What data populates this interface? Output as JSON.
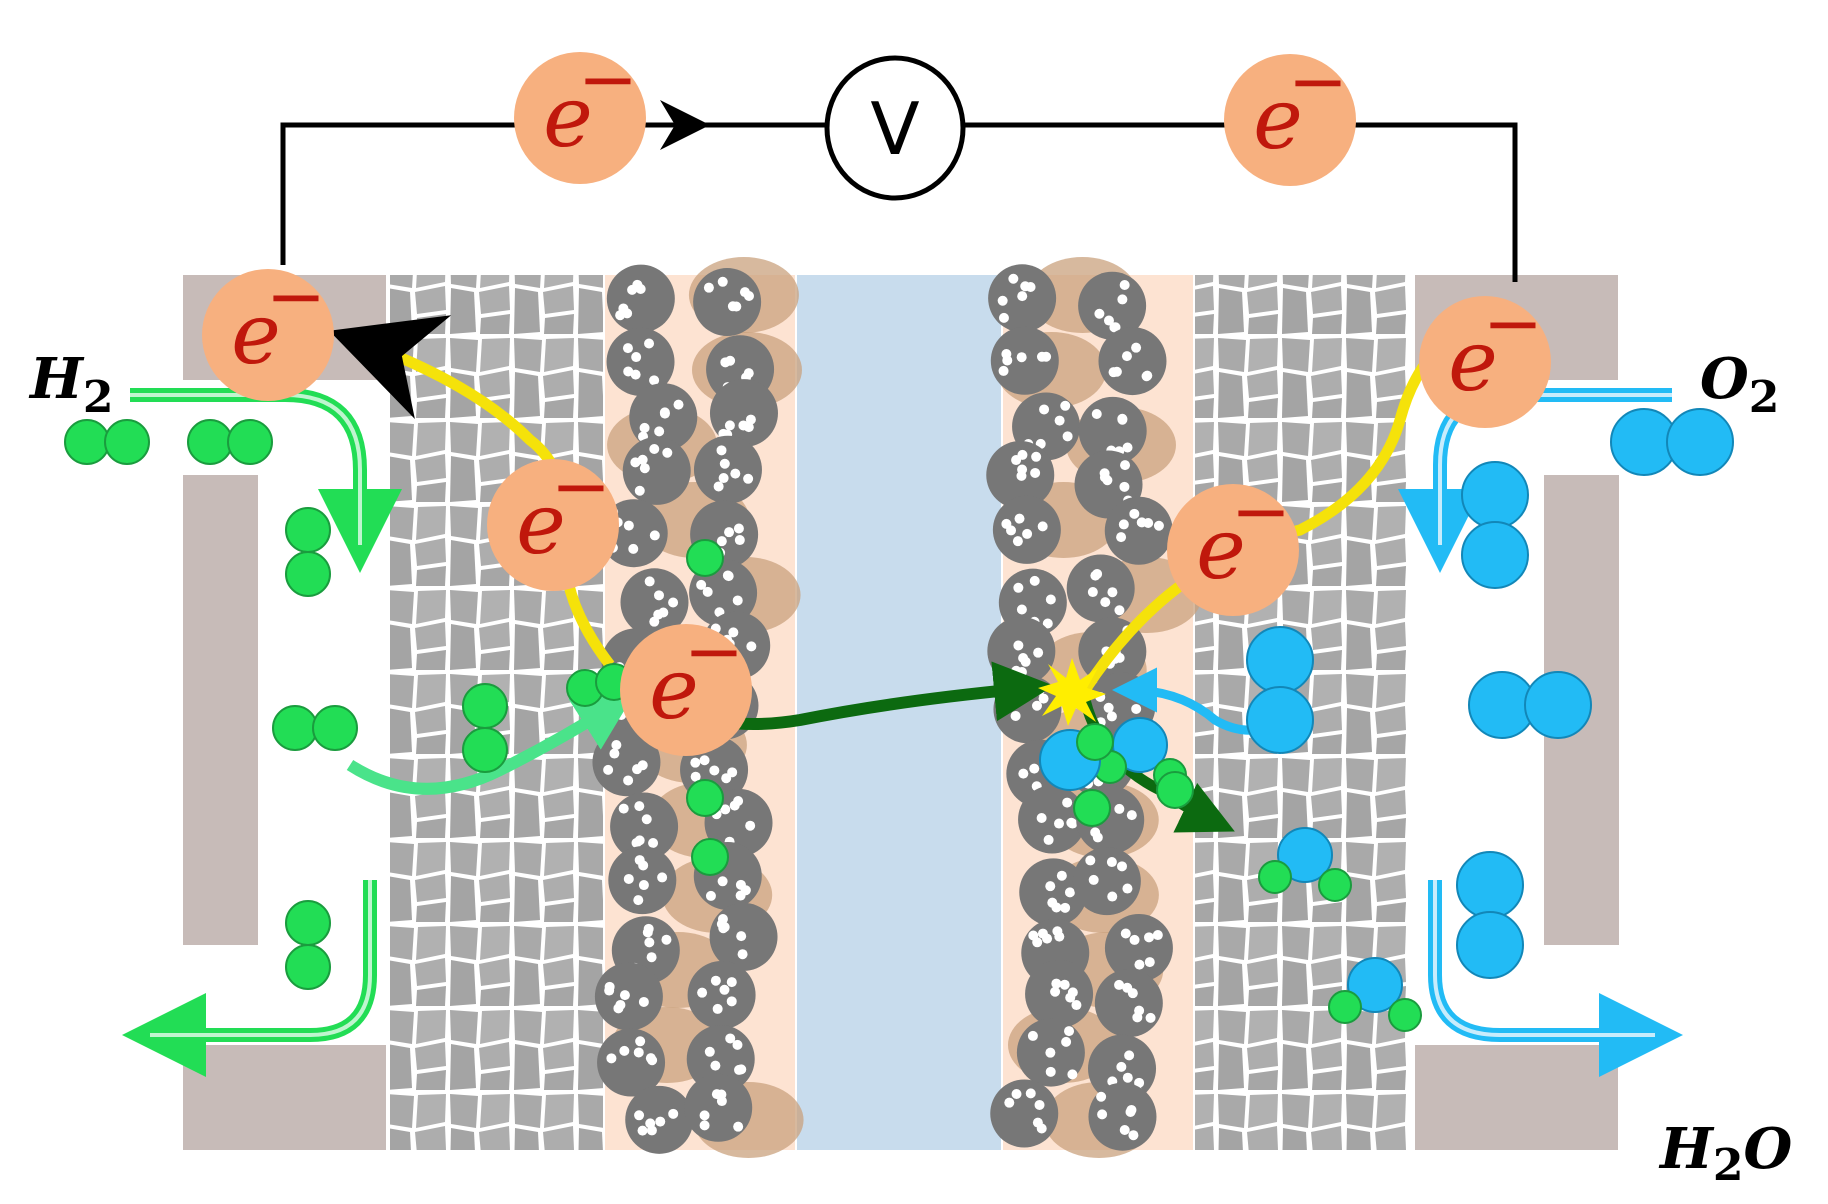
{
  "labels": {
    "hydrogen": "H",
    "hydrogen_sub": "2",
    "oxygen": "O",
    "oxygen_sub": "2",
    "water_h": "H",
    "water_sub": "2",
    "water_o": "O",
    "voltmeter": "V",
    "electron": "e",
    "electron_charge": "−"
  },
  "colors": {
    "electron_fill": "#f7b07f",
    "electron_text": "#c0180c",
    "hydrogen_particle": "#22dd55",
    "oxygen_particle": "#22bbf5",
    "membrane": "#c8dced",
    "catalyst_layer": "#fde3d2",
    "gas_diffusion_layer": "#a8a8a8",
    "flow_plate": "#c7bbb8",
    "electron_path": "#f5e20a",
    "proton_path": "#0c6a10",
    "circuit_wire": "#000000"
  },
  "icons": [
    "electron-icon",
    "voltmeter-icon",
    "hydrogen-molecule-icon",
    "oxygen-molecule-icon",
    "reaction-burst-icon"
  ]
}
